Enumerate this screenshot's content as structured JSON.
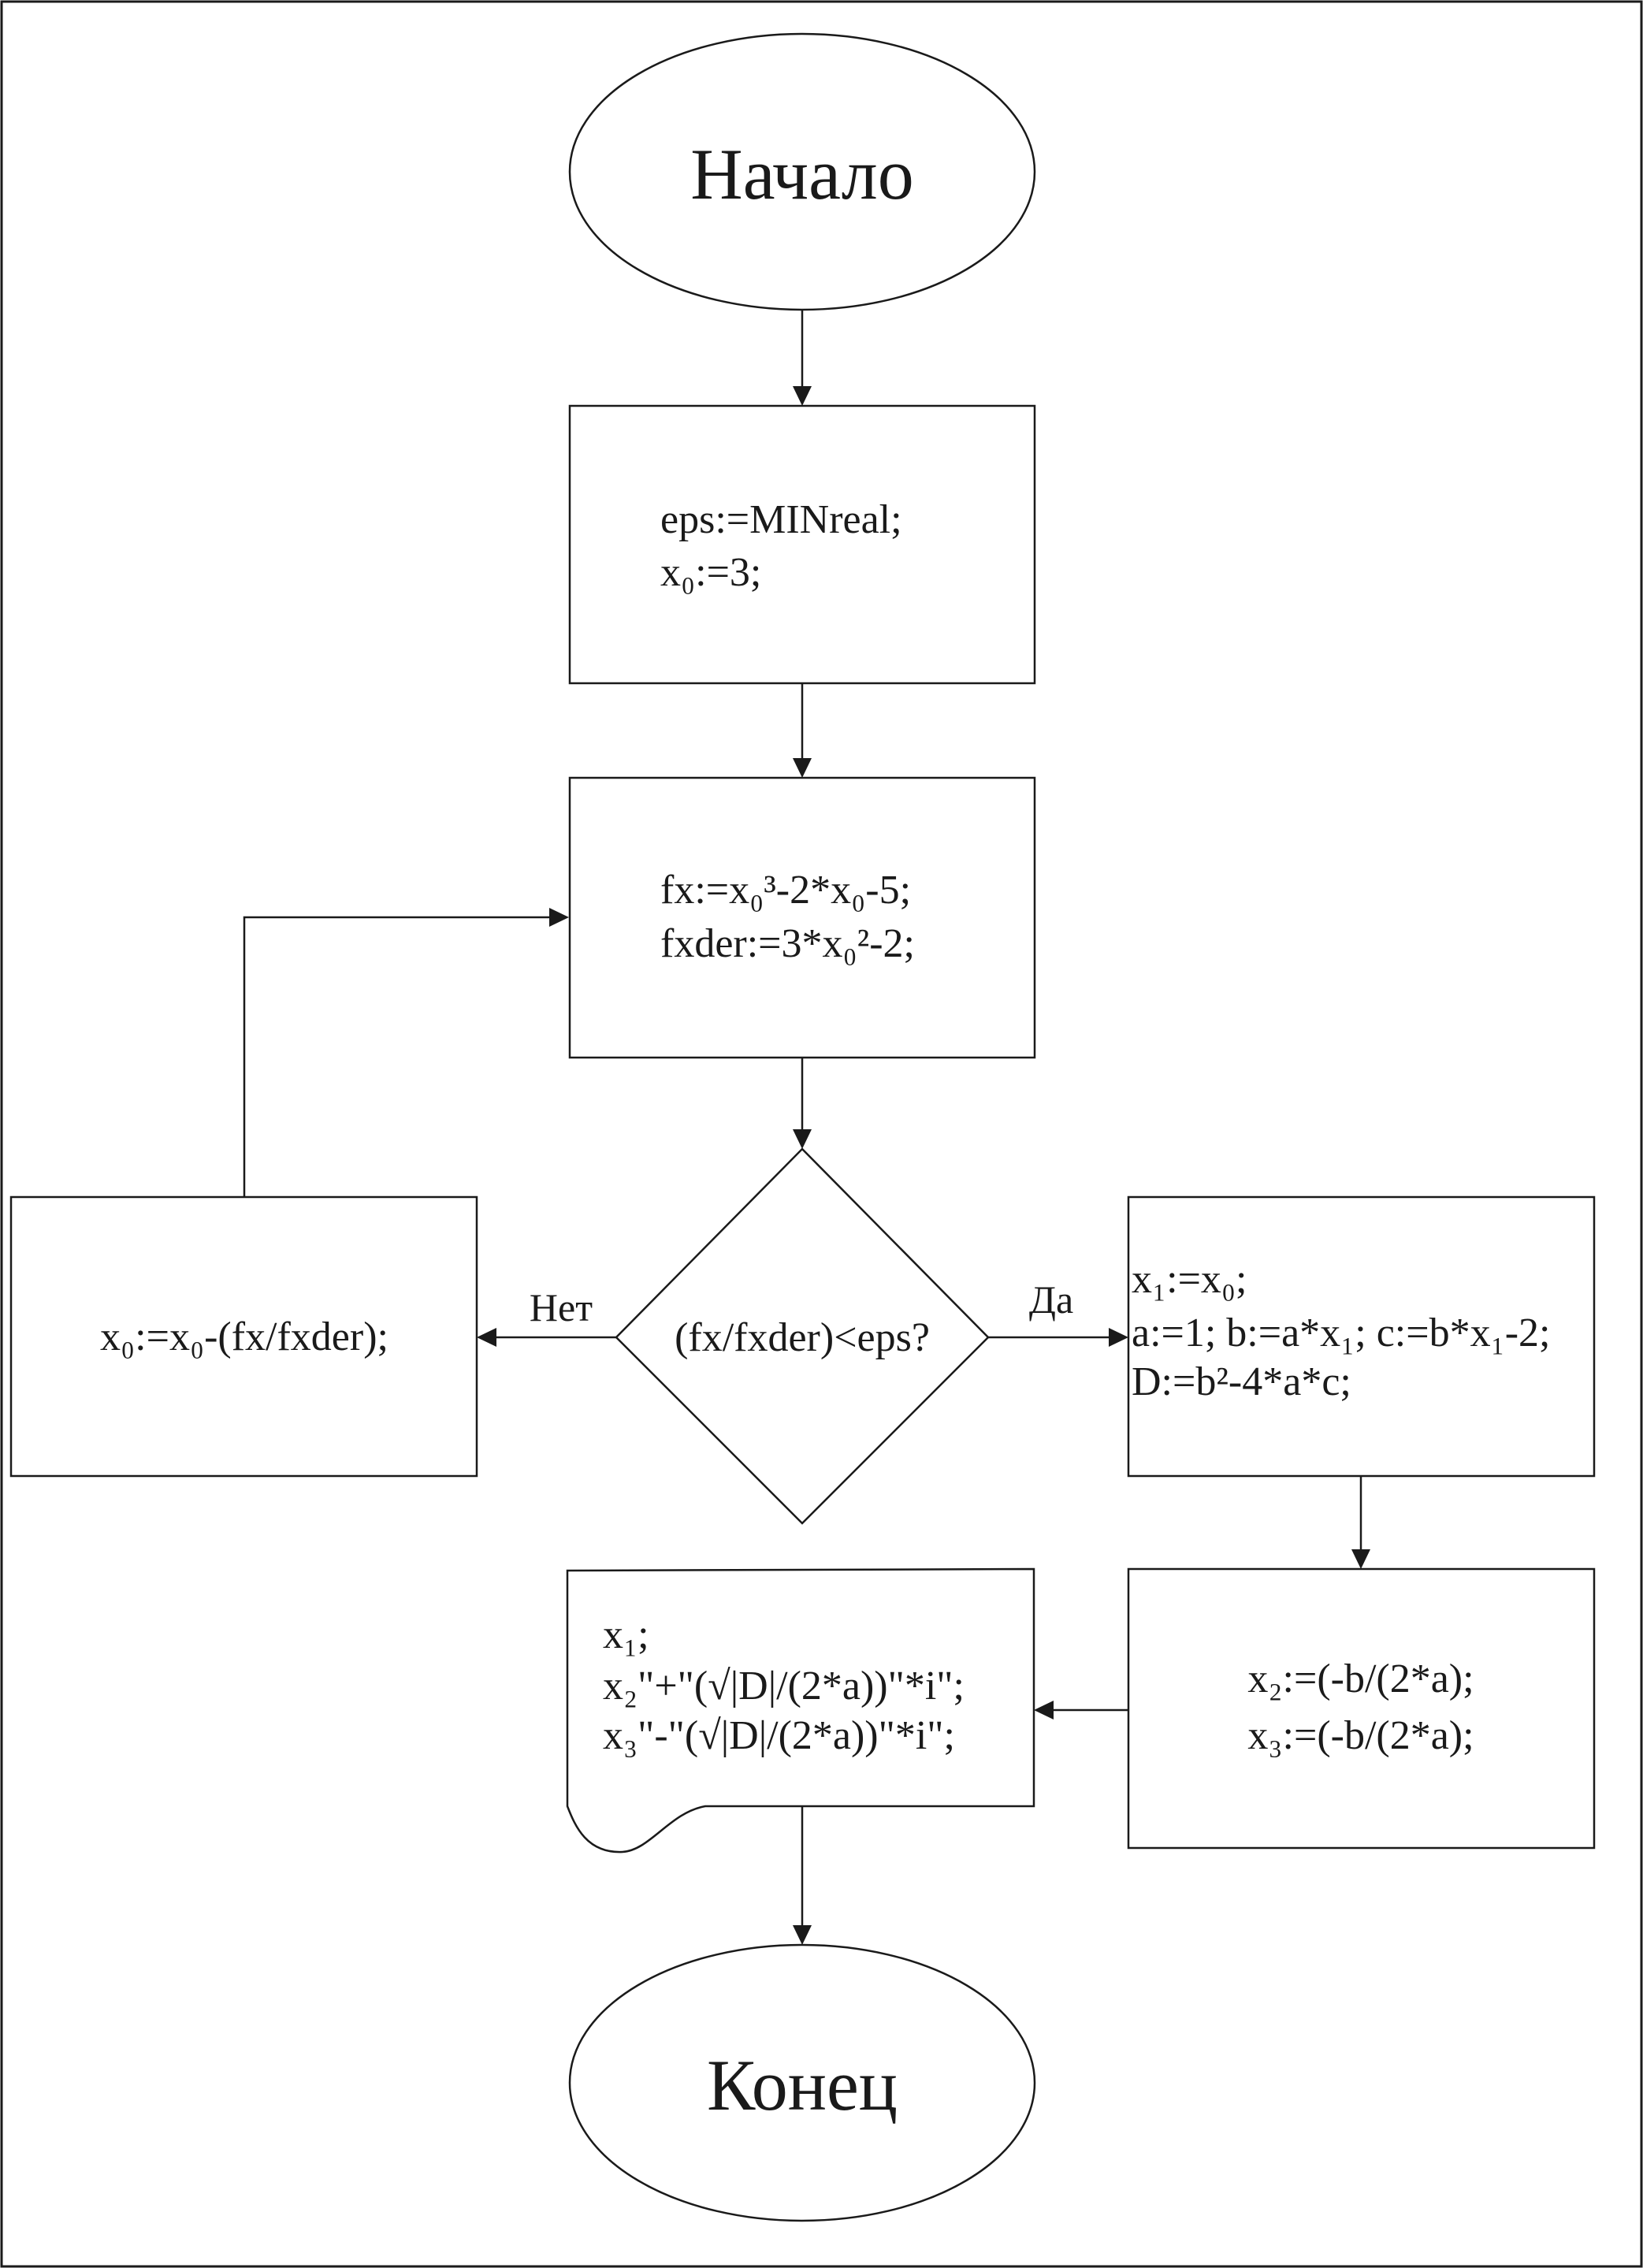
{
  "terminals": {
    "start": "Начало",
    "end": "Конец"
  },
  "init_block": {
    "line1": "eps:=MINreal;",
    "line2": "x₀:=3;"
  },
  "compute_block": {
    "line1": "fx:=x₀³-2*x₀-5;",
    "line2": "fxder:=3*x₀²-2;"
  },
  "decision": {
    "text": "(fx/fxder)<eps?",
    "no_label": "Нет",
    "yes_label": "Да"
  },
  "update_block": {
    "text": "x₀:=x₀-(fx/fxder);"
  },
  "quadratic_block": {
    "line1": "x₁:=x₀;",
    "line2": "a:=1; b:=a*x₁; c:=b*x₁-2;",
    "line3": "D:=b²-4*a*c;"
  },
  "roots_block": {
    "line1": "x₂:=(-b/(2*a);",
    "line2": "x₃:=(-b/(2*a);"
  },
  "output_block": {
    "line1": "x₁;",
    "line2": "x₂\"+\"(√|D|/(2*a))\"*i\";",
    "line3": "x₃\"-\"(√|D|/(2*a))\"*i\";"
  }
}
